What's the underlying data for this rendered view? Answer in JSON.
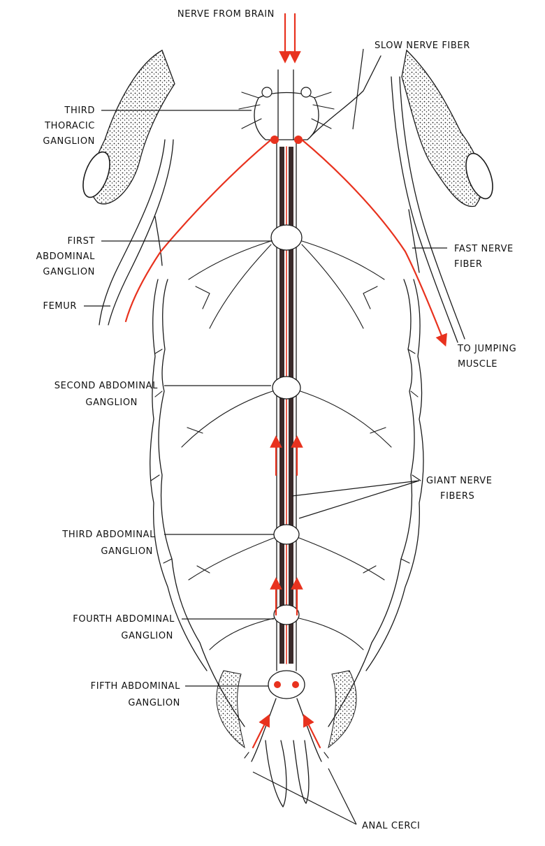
{
  "colors": {
    "ink": "#1a1a1a",
    "accent": "#e8321e",
    "background": "#ffffff"
  },
  "labels": {
    "nerve_from_brain": "NERVE FROM BRAIN",
    "slow_nerve_fiber": "SLOW NERVE FIBER",
    "third_thoracic_l1": "THIRD",
    "third_thoracic_l2": "THORACIC",
    "third_thoracic_l3": "GANGLION",
    "first_abd_l1": "FIRST",
    "first_abd_l2": "ABDOMINAL",
    "first_abd_l3": "GANGLION",
    "fast_fiber_l1": "FAST NERVE",
    "fast_fiber_l2": "FIBER",
    "femur": "FEMUR",
    "jumping_l1": "TO JUMPING",
    "jumping_l2": "MUSCLE",
    "second_abd_l1": "SECOND ABDOMINAL",
    "second_abd_l2": "GANGLION",
    "giant_l1": "GIANT NERVE",
    "giant_l2": "FIBERS",
    "third_abd_l1": "THIRD ABDOMINAL",
    "third_abd_l2": "GANGLION",
    "fourth_abd_l1": "FOURTH ABDOMINAL",
    "fourth_abd_l2": "GANGLION",
    "fifth_abd_l1": "FIFTH ABDOMINAL",
    "fifth_abd_l2": "GANGLION",
    "anal_cerci": "ANAL CERCI"
  }
}
